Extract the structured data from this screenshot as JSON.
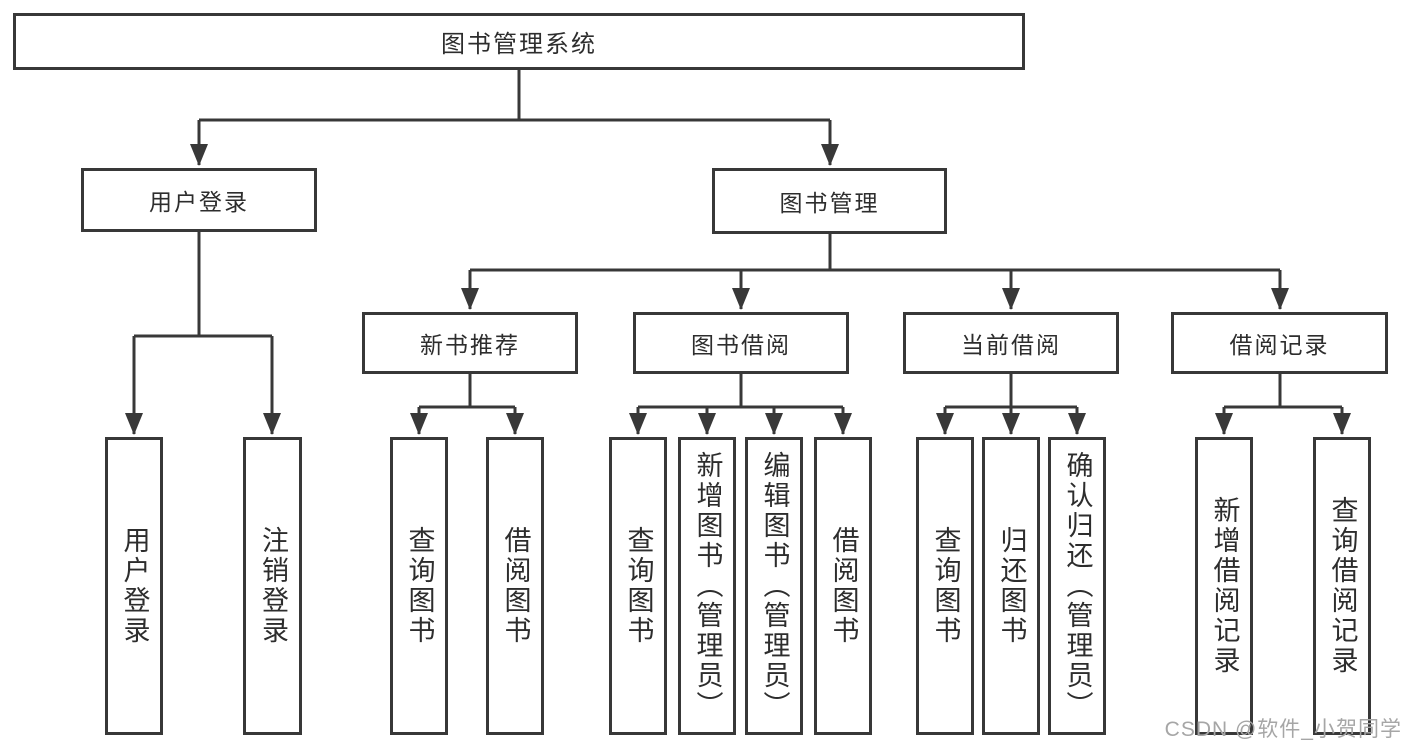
{
  "diagram": {
    "type": "org-chart",
    "colors": {
      "background": "#ffffff",
      "line": "#383838",
      "box_border": "#383838",
      "text": "#2d2d2d",
      "watermark": "#a6a6a6"
    },
    "tree": {
      "root": {
        "label": "图书管理系统"
      },
      "branches": [
        {
          "label": "用户登录",
          "leaves": [
            "用户登录",
            "注销登录"
          ]
        },
        {
          "label": "图书管理",
          "groups": [
            {
              "label": "新书推荐",
              "leaves": [
                "查询图书",
                "借阅图书"
              ]
            },
            {
              "label": "图书借阅",
              "leaves": [
                "查询图书",
                "新增图书（管理员）",
                "编辑图书（管理员）",
                "借阅图书"
              ]
            },
            {
              "label": "当前借阅",
              "leaves": [
                "查询图书",
                "归还图书",
                "确认归还（管理员）"
              ]
            },
            {
              "label": "借阅记录",
              "leaves": [
                "新增借阅记录",
                "查询借阅记录"
              ]
            }
          ]
        }
      ]
    }
  },
  "watermark": {
    "text": "CSDN @软件_小贺同学"
  }
}
